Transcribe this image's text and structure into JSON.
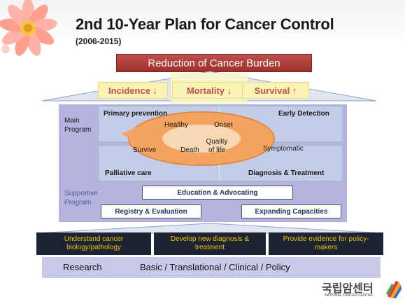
{
  "header": {
    "title": "2nd 10-Year Plan for Cancer Control",
    "subtitle": "(2006-2015)"
  },
  "goal": {
    "label": "Reduction of Cancer Burden",
    "outcomes": [
      {
        "label": "Incidence ↓"
      },
      {
        "label": "Mortality ↓"
      },
      {
        "label": "Survival ↑"
      }
    ]
  },
  "main_program": {
    "side_label_line1": "Main",
    "side_label_line2": "Program",
    "quadrants": {
      "top_left": "Primary prevention",
      "top_right": "Early Detection",
      "bottom_left": "Palliative care",
      "bottom_right": "Diagnosis & Treatment"
    },
    "cycle": {
      "healthy": "Healthy",
      "onset": "Onset",
      "symptomatic": "Symptomatic",
      "death": "Death",
      "survive": "Survive",
      "center_line1": "Quality",
      "center_line2": "of life"
    }
  },
  "supportive_program": {
    "side_label_line1": "Supportive",
    "side_label_line2": "Program",
    "education": "Education & Advocating",
    "registry": "Registry  & Evaluation",
    "capacities": "Expanding Capacities"
  },
  "research": {
    "boxes": [
      {
        "line1": "Understand cancer",
        "line2": "biology/pathology"
      },
      {
        "line1": "Develop new diagnosis &",
        "line2": "treatment"
      },
      {
        "line1": "Provide evidence for policy-",
        "line2": "makers"
      }
    ],
    "label": "Research",
    "areas": "Basic / Translational / Clinical / Policy"
  },
  "logo": {
    "korean": "국립암센터",
    "english": "NATIONAL CANCER CENTER"
  },
  "colors": {
    "burden_red": "#c0504d",
    "outcome_text": "#c0504d",
    "outcome_fill": "#fbf3b4",
    "panel_lavender": "#b4b4de",
    "cycle_orange": "#f4a460",
    "research_dark": "#1c2433",
    "research_text": "#f0c000"
  }
}
